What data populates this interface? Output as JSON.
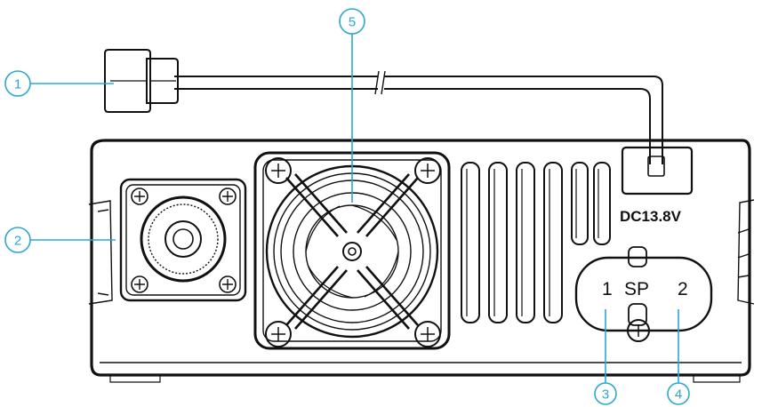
{
  "labels": {
    "dc": "DC13.8V",
    "sp": "SP",
    "sp_jack_1": "1",
    "sp_jack_2": "2"
  },
  "callouts": [
    {
      "number": "1"
    },
    {
      "number": "2"
    },
    {
      "number": "3"
    },
    {
      "number": "4"
    },
    {
      "number": "5"
    }
  ],
  "colors": {
    "callout": "#2aa7d4",
    "outline": "#111111",
    "background": "#ffffff"
  }
}
